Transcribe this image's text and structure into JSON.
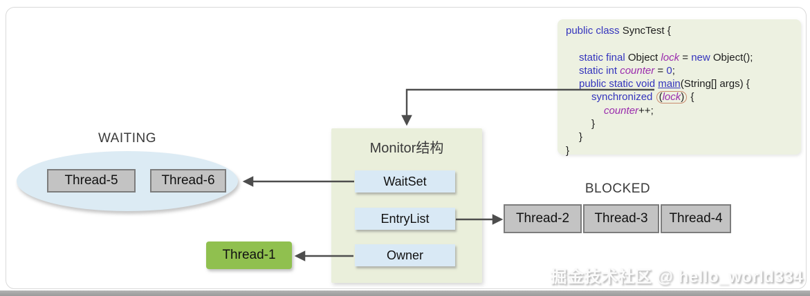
{
  "code": {
    "l01": {
      "kw1": "public class",
      "p1": " SyncTest {"
    },
    "l03": {
      "kw1": "static final",
      "p1": " Object ",
      "field": "lock",
      "p2": " = ",
      "kw2": "new",
      "p3": " Object();"
    },
    "l04": {
      "kw1": "static int",
      "p1": " ",
      "field": "counter",
      "p2": " = ",
      "num": "0",
      "p3": ";"
    },
    "l05": {
      "kw1": "public static void",
      "p1": " ",
      "method": "main",
      "p2": "(String[] args) {"
    },
    "l06": {
      "kw1": "synchronized",
      "p1": " ",
      "open": "(",
      "field": "lock",
      "close": ")",
      "p2": " {"
    },
    "l07": {
      "field": "counter",
      "p1": "++;"
    },
    "l08": {
      "p1": "}"
    },
    "l09": {
      "p1": "}"
    },
    "l10": {
      "p1": "}"
    }
  },
  "monitor": {
    "title": "Monitor结构",
    "waitset": "WaitSet",
    "entrylist": "EntryList",
    "owner": "Owner"
  },
  "waiting": {
    "label": "WAITING",
    "thread5": "Thread-5",
    "thread6": "Thread-6"
  },
  "blocked": {
    "label": "BLOCKED",
    "thread2": "Thread-2",
    "thread3": "Thread-3",
    "thread4": "Thread-4"
  },
  "owner": {
    "thread1": "Thread-1"
  },
  "watermark": {
    "text": "掘金技术社区 @ hello_world334"
  },
  "colors": {
    "keyword_blue": "#3434bd",
    "field_purple": "#9a2bad",
    "code_bg": "#edf1e1",
    "monitor_bg": "#eaefdb",
    "slot_blue": "#d9e9f5",
    "ellipse_blue": "#dcebf4",
    "thread_gray": "#c3c3c3",
    "thread_border": "#7c7c7c",
    "owner_green": "#90c04f",
    "arrow_gray": "#4d4d4d",
    "lock_ring": "#c98a6e"
  }
}
